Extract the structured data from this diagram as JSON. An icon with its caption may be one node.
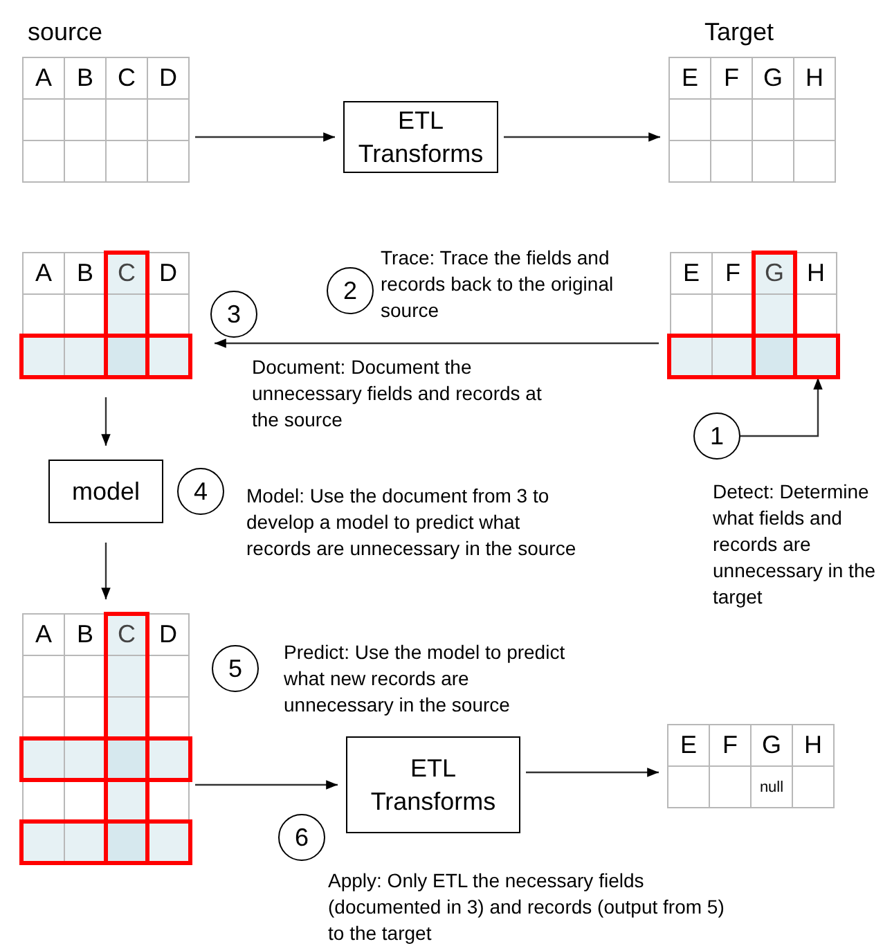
{
  "diagram": {
    "nodes": [
      {
        "text": [
          "source",
          "A",
          "B",
          "C",
          "D"
        ]
      },
      {
        "text": [
          "ETL Transforms"
        ]
      },
      {
        "text": [
          "Target",
          "E",
          "F",
          "G",
          "H"
        ]
      },
      {
        "text": [
          "A",
          "B",
          "C",
          "D"
        ]
      },
      {
        "text": [
          "E",
          "F",
          "G",
          "H"
        ]
      },
      {
        "text": [
          "model"
        ]
      },
      {
        "text": [
          "A",
          "B",
          "C",
          "D"
        ]
      },
      {
        "text": [
          "ETL Transforms"
        ]
      },
      {
        "text": [
          "E",
          "F",
          "G",
          "H",
          "null"
        ]
      },
      {
        "text": [
          "1"
        ],
        "beside": [
          "Detect: Determine what fields and records are unnecessary in the target"
        ]
      },
      {
        "text": [
          "2"
        ],
        "beside": [
          "Trace: Trace the fields and records back to the original source"
        ]
      },
      {
        "text": [
          "3"
        ],
        "beside": [
          "Document: Document the unnecessary fields and records at the source"
        ]
      },
      {
        "text": [
          "4"
        ],
        "beside": [
          "Model: Use the document from 3 to develop a model to predict what records are unnecessary in the source"
        ]
      },
      {
        "text": [
          "5"
        ],
        "beside": [
          "Predict: Use the model to predict what new records are unnecessary in the source"
        ]
      },
      {
        "text": [
          "6"
        ],
        "beside": [
          "Apply: Only ETL the necessary fields (documented in 3) and records (output from 5) to the target"
        ]
      }
    ],
    "edges": [
      {
        "from": 0,
        "to": 1,
        "arrow": "to"
      },
      {
        "from": 1,
        "to": 2,
        "arrow": "to"
      },
      {
        "from": 4,
        "to": 3,
        "arrow": "to"
      },
      {
        "from": 3,
        "to": 5,
        "arrow": "to"
      },
      {
        "from": 5,
        "to": 6,
        "arrow": "to"
      },
      {
        "from": 6,
        "to": 7,
        "arrow": "to"
      },
      {
        "from": 7,
        "to": 8,
        "arrow": "to"
      },
      {
        "from": 9,
        "to": 4,
        "arrow": "to"
      }
    ]
  }
}
